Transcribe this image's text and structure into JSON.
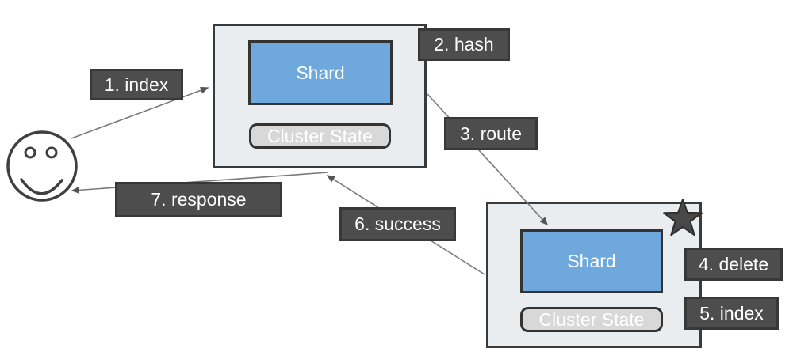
{
  "diagram": {
    "description": "document routing flow between client and two nodes",
    "client": {
      "icon": "smiley-face-icon"
    },
    "nodes": [
      {
        "shard_label": "Shard",
        "cluster_state_label": "Cluster State",
        "starred": false
      },
      {
        "shard_label": "Shard",
        "cluster_state_label": "Cluster State",
        "starred": true
      }
    ],
    "steps": [
      {
        "label": "1. index"
      },
      {
        "label": "2. hash"
      },
      {
        "label": "3. route"
      },
      {
        "label": "4. delete"
      },
      {
        "label": "5. index"
      },
      {
        "label": "6. success"
      },
      {
        "label": "7. response"
      }
    ],
    "colors": {
      "node_fill": "#e9edef",
      "node_border": "#3a3a3a",
      "shard_fill": "#6fa8dc",
      "shard_border": "#333333",
      "cluster_state_fill": "#d8d8d8",
      "label_fill": "#4d4d4d",
      "label_border": "#383838",
      "label_text": "#ffffff",
      "arrow_line": "#7a7a7a",
      "arrowhead": "#555555",
      "star_fill": "#484848",
      "smiley_stroke": "#3f3f3f",
      "background": "#ffffff"
    }
  }
}
